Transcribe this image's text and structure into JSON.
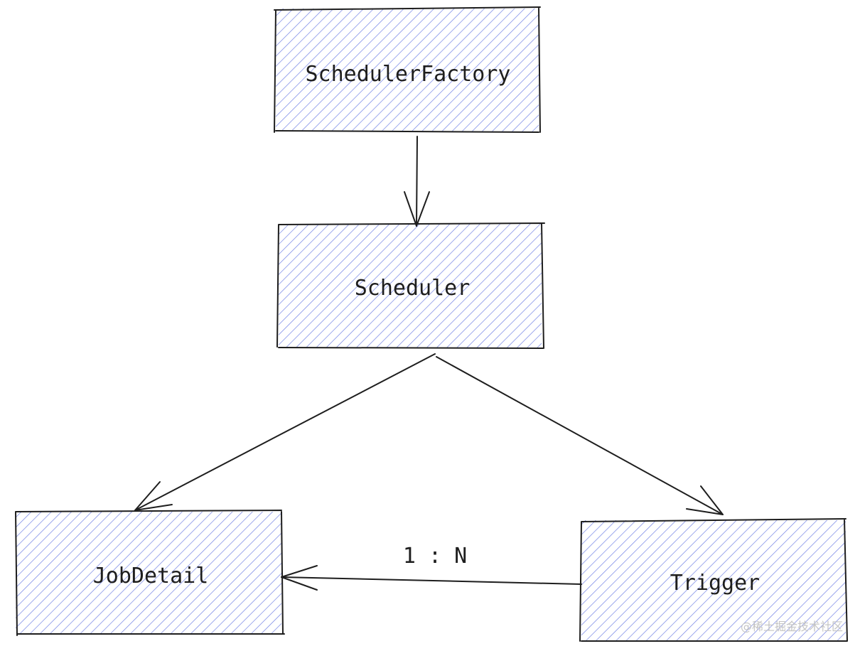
{
  "nodes": {
    "scheduler_factory": {
      "label": "SchedulerFactory"
    },
    "scheduler": {
      "label": "Scheduler"
    },
    "job_detail": {
      "label": "JobDetail"
    },
    "trigger": {
      "label": "Trigger"
    }
  },
  "edges": {
    "trigger_to_jobdetail": {
      "label": "1 : N"
    }
  },
  "watermark": {
    "text": "@稀土掘金技术社区"
  },
  "colors": {
    "fill": "#5b6ee1",
    "stroke": "#1e1e1e"
  }
}
